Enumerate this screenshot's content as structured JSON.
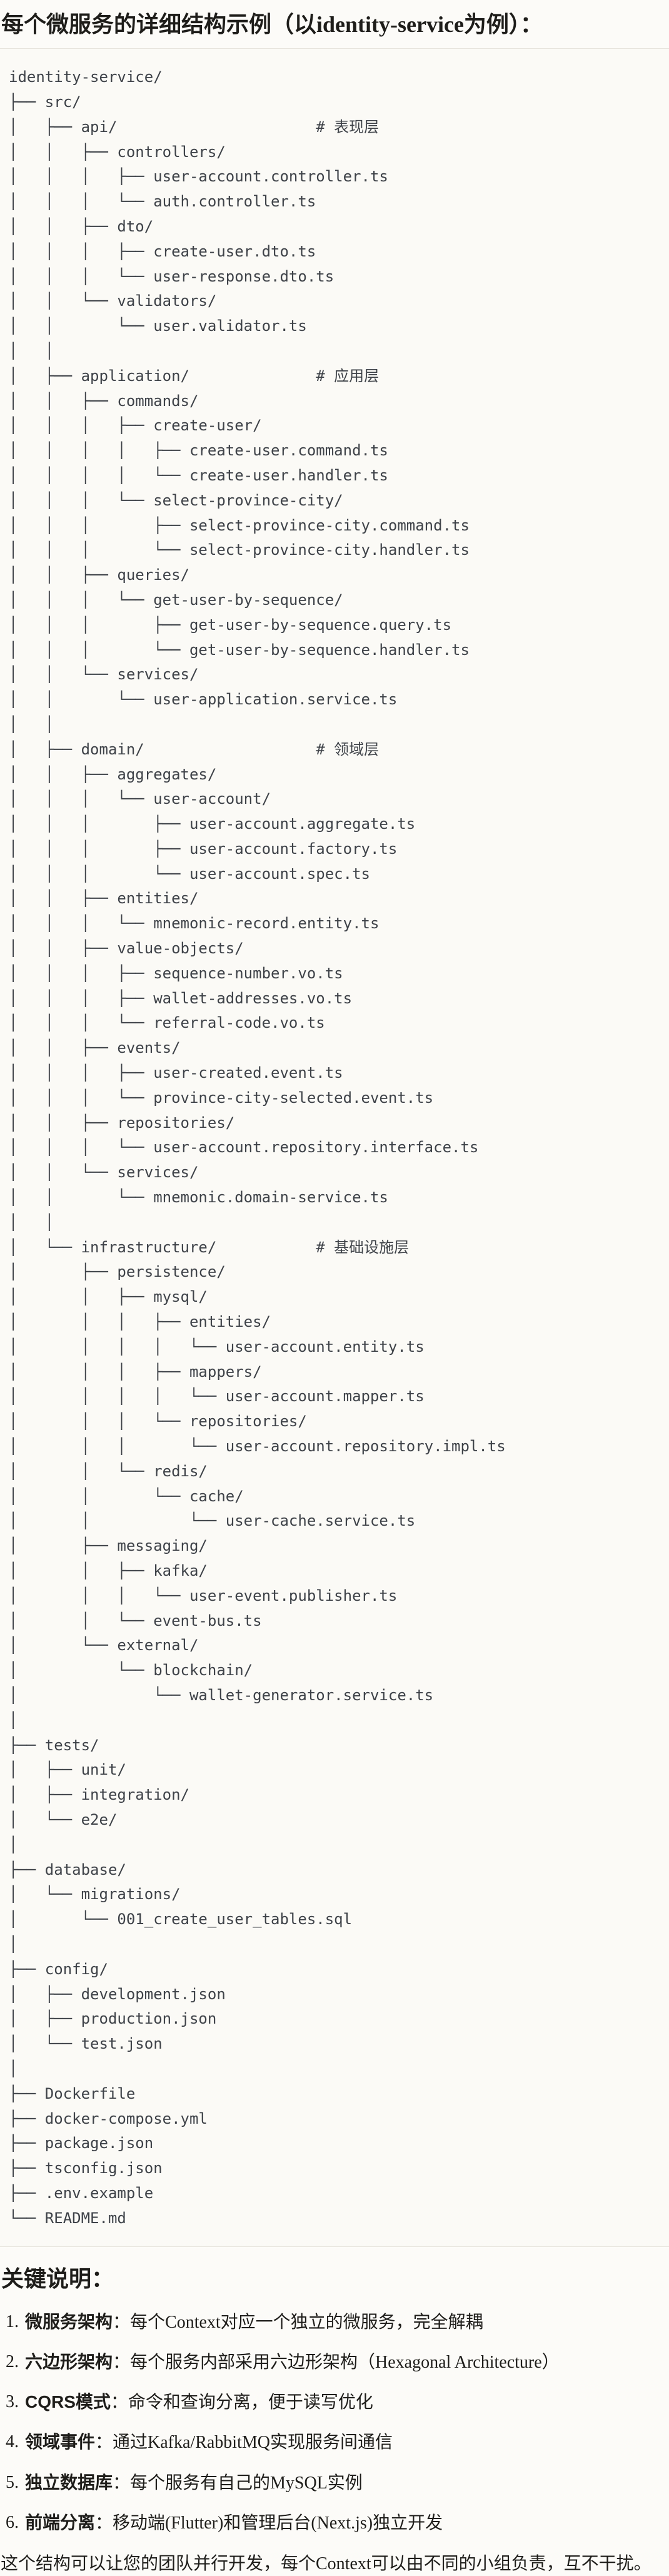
{
  "page": {
    "title": "每个微服务的详细结构示例（以identity-service为例）：",
    "tree_lines": [
      "identity-service/",
      "├── src/",
      "│   ├── api/                      # 表现层",
      "│   │   ├── controllers/",
      "│   │   │   ├── user-account.controller.ts",
      "│   │   │   └── auth.controller.ts",
      "│   │   ├── dto/",
      "│   │   │   ├── create-user.dto.ts",
      "│   │   │   └── user-response.dto.ts",
      "│   │   └── validators/",
      "│   │       └── user.validator.ts",
      "│   │",
      "│   ├── application/              # 应用层",
      "│   │   ├── commands/",
      "│   │   │   ├── create-user/",
      "│   │   │   │   ├── create-user.command.ts",
      "│   │   │   │   └── create-user.handler.ts",
      "│   │   │   └── select-province-city/",
      "│   │   │       ├── select-province-city.command.ts",
      "│   │   │       └── select-province-city.handler.ts",
      "│   │   ├── queries/",
      "│   │   │   └── get-user-by-sequence/",
      "│   │   │       ├── get-user-by-sequence.query.ts",
      "│   │   │       └── get-user-by-sequence.handler.ts",
      "│   │   └── services/",
      "│   │       └── user-application.service.ts",
      "│   │",
      "│   ├── domain/                   # 领域层",
      "│   │   ├── aggregates/",
      "│   │   │   └── user-account/",
      "│   │   │       ├── user-account.aggregate.ts",
      "│   │   │       ├── user-account.factory.ts",
      "│   │   │       └── user-account.spec.ts",
      "│   │   ├── entities/",
      "│   │   │   └── mnemonic-record.entity.ts",
      "│   │   ├── value-objects/",
      "│   │   │   ├── sequence-number.vo.ts",
      "│   │   │   ├── wallet-addresses.vo.ts",
      "│   │   │   └── referral-code.vo.ts",
      "│   │   ├── events/",
      "│   │   │   ├── user-created.event.ts",
      "│   │   │   └── province-city-selected.event.ts",
      "│   │   ├── repositories/",
      "│   │   │   └── user-account.repository.interface.ts",
      "│   │   └── services/",
      "│   │       └── mnemonic.domain-service.ts",
      "│   │",
      "│   └── infrastructure/           # 基础设施层",
      "│       ├── persistence/",
      "│       │   ├── mysql/",
      "│       │   │   ├── entities/",
      "│       │   │   │   └── user-account.entity.ts",
      "│       │   │   ├── mappers/",
      "│       │   │   │   └── user-account.mapper.ts",
      "│       │   │   └── repositories/",
      "│       │   │       └── user-account.repository.impl.ts",
      "│       │   └── redis/",
      "│       │       └── cache/",
      "│       │           └── user-cache.service.ts",
      "│       ├── messaging/",
      "│       │   ├── kafka/",
      "│       │   │   └── user-event.publisher.ts",
      "│       │   └── event-bus.ts",
      "│       └── external/",
      "│           └── blockchain/",
      "│               └── wallet-generator.service.ts",
      "│",
      "├── tests/",
      "│   ├── unit/",
      "│   ├── integration/",
      "│   └── e2e/",
      "│",
      "├── database/",
      "│   └── migrations/",
      "│       └── 001_create_user_tables.sql",
      "│",
      "├── config/",
      "│   ├── development.json",
      "│   ├── production.json",
      "│   └── test.json",
      "│",
      "├── Dockerfile",
      "├── docker-compose.yml",
      "├── package.json",
      "├── tsconfig.json",
      "├── .env.example",
      "└── README.md"
    ],
    "notes": {
      "heading": "关键说明：",
      "items": [
        {
          "num": "1.",
          "label": "微服务架构",
          "text": "：每个Context对应一个独立的微服务，完全解耦"
        },
        {
          "num": "2.",
          "label": "六边形架构",
          "text": "：每个服务内部采用六边形架构（Hexagonal Architecture）"
        },
        {
          "num": "3.",
          "label": "CQRS模式",
          "text": "：命令和查询分离，便于读写优化"
        },
        {
          "num": "4.",
          "label": "领域事件",
          "text": "：通过Kafka/RabbitMQ实现服务间通信"
        },
        {
          "num": "5.",
          "label": "独立数据库",
          "text": "：每个服务有自己的MySQL实例"
        },
        {
          "num": "6.",
          "label": "前端分离",
          "text": "：移动端(Flutter)和管理后台(Next.js)独立开发"
        }
      ]
    },
    "footer": "这个结构可以让您的团队并行开发，每个Context可以由不同的小组负责，互不干扰。",
    "colors": {
      "background": "#fcfbf8",
      "code_background": "#fbfaf6",
      "code_text": "#3e4248",
      "body_text": "#1e1d1a",
      "divider": "#e7e4dd"
    }
  }
}
